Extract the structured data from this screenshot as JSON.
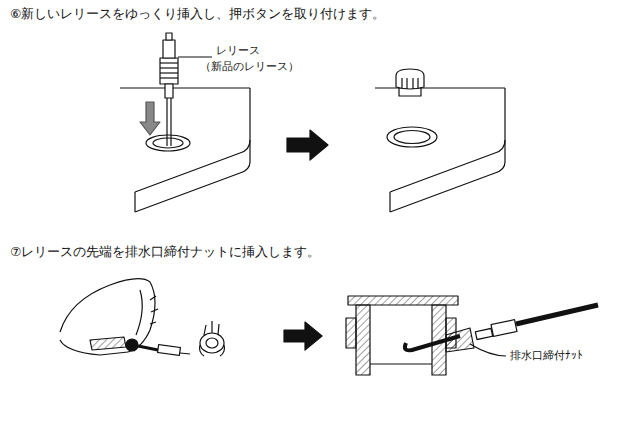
{
  "diagram": {
    "labels": [
      "⑥新しいレリースをゆっくり挿入し、押ボタンを取り付けます。",
      "レリース",
      "（新品のレリース）",
      "⑦レリースの先端を排水口締付ナットに挿入します。",
      "排水口締付ﾅｯﾄ"
    ]
  }
}
